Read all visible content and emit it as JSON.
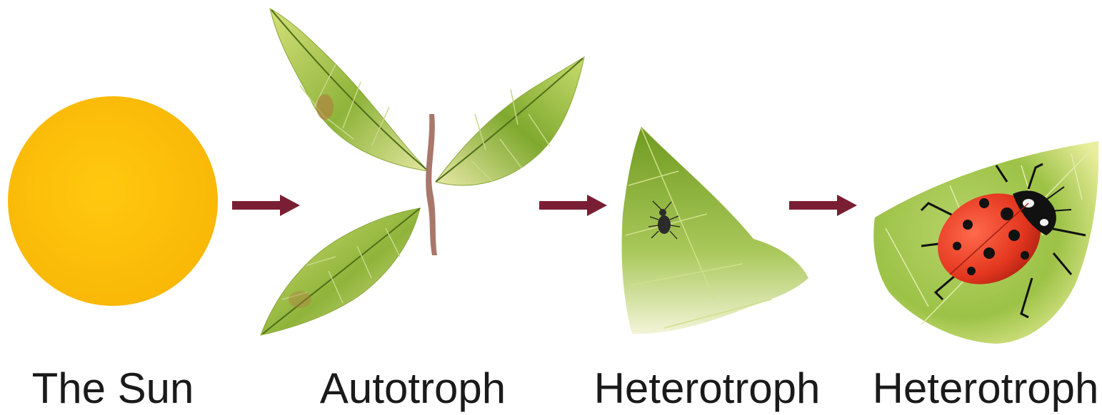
{
  "colors": {
    "sun": "#fdc00a",
    "arrow": "#7a1f33",
    "leaf_dark": "#6f9a1f",
    "leaf_light": "#dfe58e",
    "stem": "#a9776b",
    "ladybug": "#e83a21",
    "text": "#1a1a1a"
  },
  "stages": [
    {
      "label": "The Sun",
      "icon": "sun-icon"
    },
    {
      "label": "Autotroph",
      "icon": "leaf-branch-icon"
    },
    {
      "label": "Heterotroph",
      "icon": "aphid-on-leaf-icon"
    },
    {
      "label": "Heterotroph",
      "icon": "ladybug-on-leaf-icon"
    }
  ],
  "arrows": [
    "arrow-right-icon",
    "arrow-right-icon",
    "arrow-right-icon"
  ]
}
